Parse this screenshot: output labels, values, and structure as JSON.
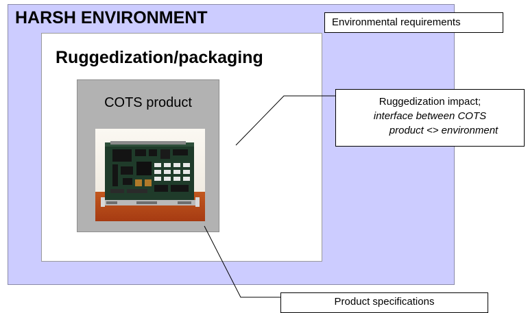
{
  "harsh_environment": {
    "title": "HARSH ENVIRONMENT"
  },
  "ruggedization": {
    "title": "Ruggedization/packaging"
  },
  "cots": {
    "title": "COTS product"
  },
  "callouts": {
    "environmental_requirements": "Environmental requirements",
    "ruggedization_impact": {
      "line1": "Ruggedization impact;",
      "line2": "interface between COTS",
      "line3": "product <> environment"
    },
    "product_specifications": "Product specifications"
  },
  "colors": {
    "harsh_fill": "#ccccff",
    "ruggedization_fill": "#ffffff",
    "cots_fill": "#b2b2b2"
  },
  "image": {
    "name": "circuit-board-photo"
  }
}
